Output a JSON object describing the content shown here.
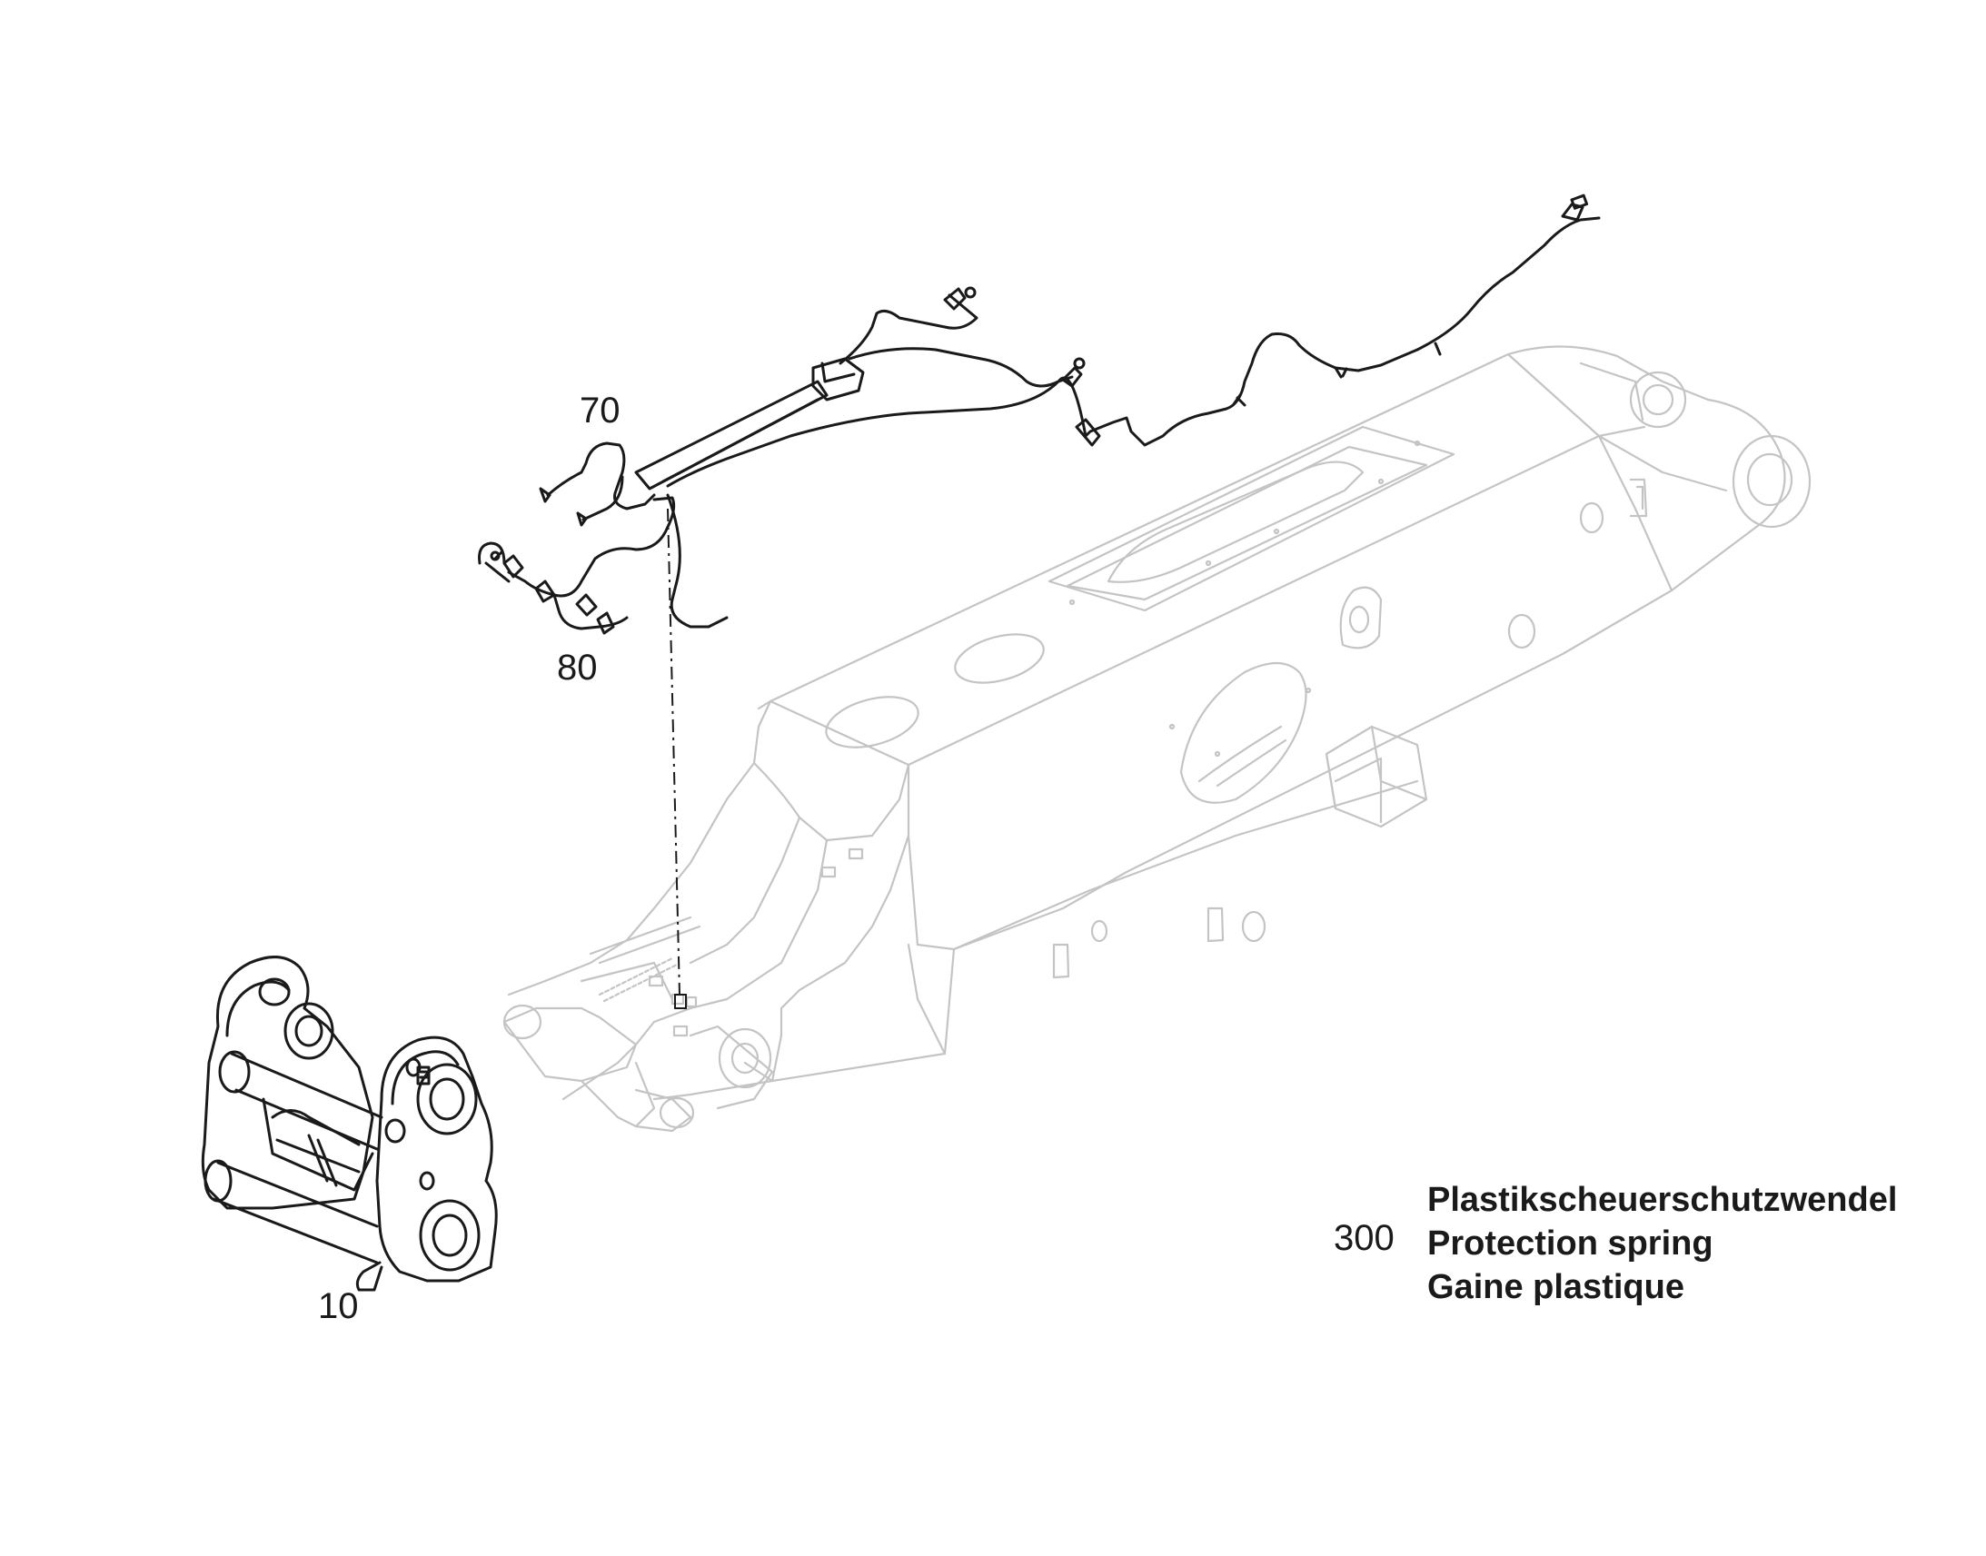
{
  "callouts": {
    "part_70": "70",
    "part_80": "80",
    "part_10": "10"
  },
  "legend": {
    "number": "300",
    "lines": [
      "Plastikscheuerschutzwendel",
      "Protection spring",
      "Gaine plastique"
    ]
  },
  "colors": {
    "ghost_line": "#c4c4c4",
    "dark_line": "#1a1a1a"
  }
}
